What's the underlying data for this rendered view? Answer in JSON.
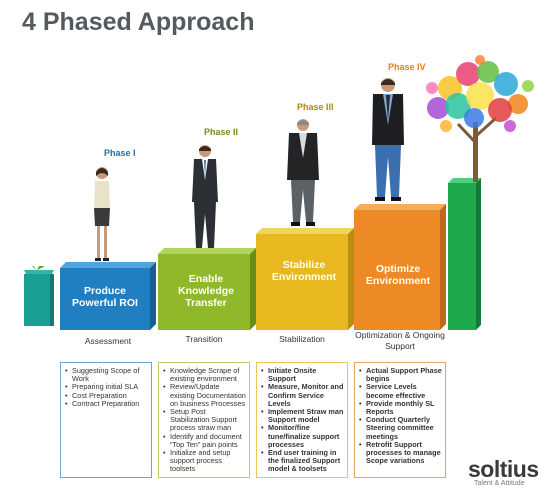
{
  "title": "4 Phased Approach",
  "phases": [
    {
      "label": "Phase I",
      "color": "#1f6fa8",
      "box_text": "Produce Powerful ROI",
      "stage": "Assessment",
      "box_color": "#1f7fc1",
      "card_border": "#6aa8d8",
      "items": [
        "Suggesting Scope of Work",
        "Preparing initial SLA",
        "Cost Preparation",
        "Contract Preparation"
      ]
    },
    {
      "label": "Phase II",
      "color": "#6e8f19",
      "box_text": "Enable Knowledge Transfer",
      "stage": "Transition",
      "box_color": "#8fb82a",
      "card_border": "#b8cf6c",
      "items": [
        "Knowledge Scrape of existing environment",
        "Review/Update existing Documentation on business Processes",
        "Setup Post Stabilization Support process straw man",
        "Identify and document “Top Ten” pain points",
        "Initialize and setup support process toolsets"
      ]
    },
    {
      "label": "Phase III",
      "color": "#b08a12",
      "box_text": "Stabilize Environment",
      "stage": "Stabilization",
      "box_color": "#e8b91f",
      "card_border": "#e8c65c",
      "items": [
        "Initiate Onsite Support",
        "Measure, Monitor and Confirm Service Levels",
        "Implement Straw man Support model",
        "Monitor/fine tune/finalize support processes",
        "End user training in the finalized Support model & toolsets"
      ]
    },
    {
      "label": "Phase IV",
      "color": "#e57e1e",
      "box_text": "Optimize Environment",
      "stage": "Optimization & Ongoing Support",
      "box_color": "#ee8a25",
      "card_border": "#eca462",
      "items": [
        "Actual Support Phase begins",
        "Service Levels become effective",
        "Provide monthly SL Reports",
        "Conduct Quarterly Steering committee meetings",
        "Retrofit Support processes to manage Scope variations"
      ]
    }
  ],
  "logo": {
    "name": "soltius",
    "tagline": "Talent & Attitude"
  }
}
